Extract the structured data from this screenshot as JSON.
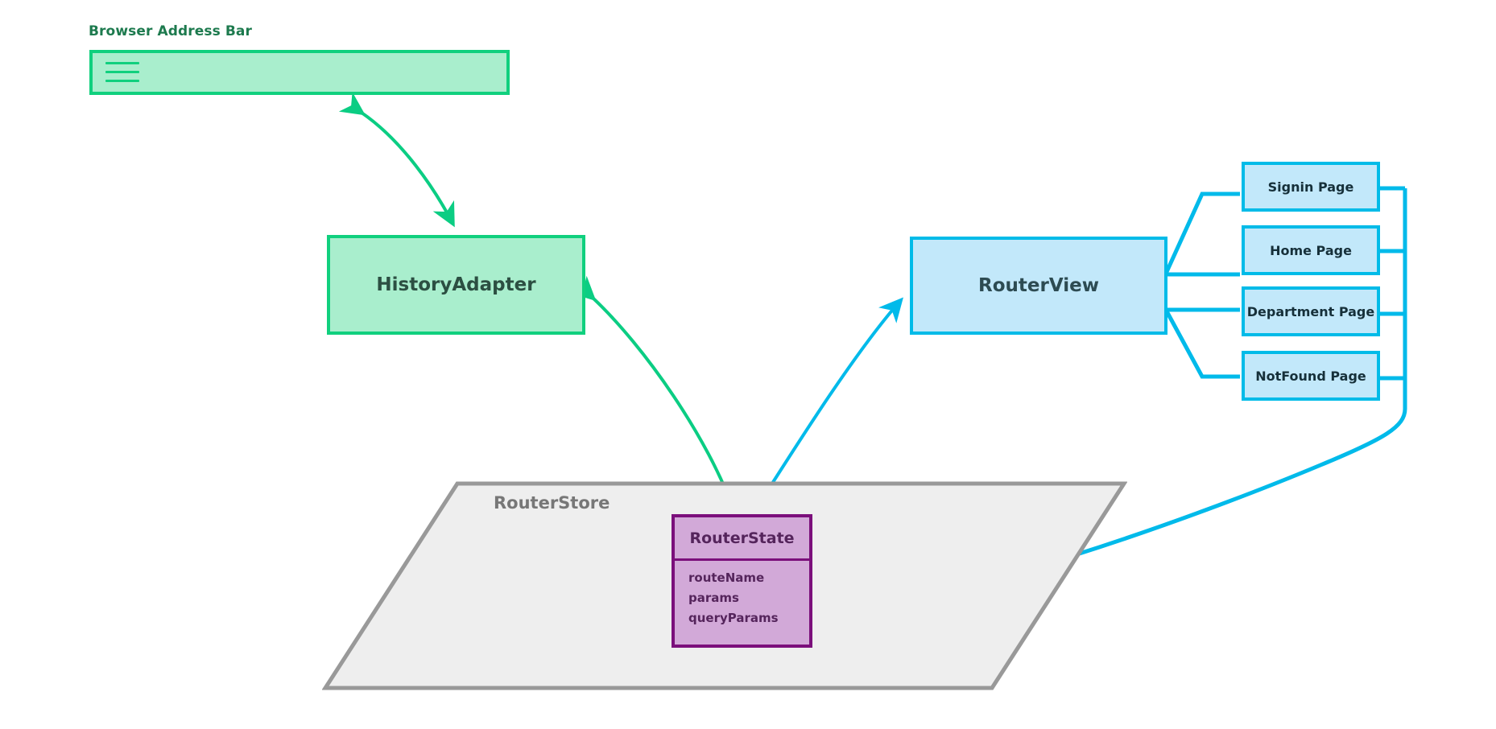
{
  "colors": {
    "green_border": "#10d07e",
    "green_fill": "#a9eecd",
    "green_text": "#1d7a4e",
    "cyan_border": "#00bbe8",
    "cyan_fill": "#c2e8fa",
    "cyan_arrow": "#00baea",
    "green_arrow": "#0bcd83",
    "store_border": "#999999",
    "store_fill": "#eeeeee",
    "store_text": "#777777",
    "state_border": "#7b0f7b",
    "state_fill": "#d2a9d8",
    "state_text": "#55255c",
    "page_text": "#16303a"
  },
  "browser": {
    "label": "Browser Address Bar",
    "url_value": "",
    "url_placeholder": ""
  },
  "nodes": {
    "history_adapter": "HistoryAdapter",
    "router_view": "RouterView"
  },
  "pages": [
    {
      "label": "Signin Page"
    },
    {
      "label": "Home Page"
    },
    {
      "label": "Department Page"
    },
    {
      "label": "NotFound Page"
    }
  ],
  "store": {
    "label": "RouterStore"
  },
  "state": {
    "title": "RouterState",
    "fields": [
      "routeName",
      "params",
      "queryParams"
    ]
  },
  "connections": [
    {
      "from": "Browser Address Bar",
      "to": "HistoryAdapter",
      "kind": "bidirectional",
      "color": "#0bcd83"
    },
    {
      "from": "HistoryAdapter",
      "to": "RouterState",
      "kind": "bidirectional",
      "color": "#0bcd83"
    },
    {
      "from": "RouterState",
      "to": "RouterView",
      "kind": "directed",
      "color": "#00baea"
    },
    {
      "from": "Pages",
      "to": "RouterState",
      "kind": "directed",
      "color": "#00baea"
    },
    {
      "from": "RouterView",
      "to": "Pages",
      "kind": "plain",
      "color": "#00baea"
    }
  ]
}
